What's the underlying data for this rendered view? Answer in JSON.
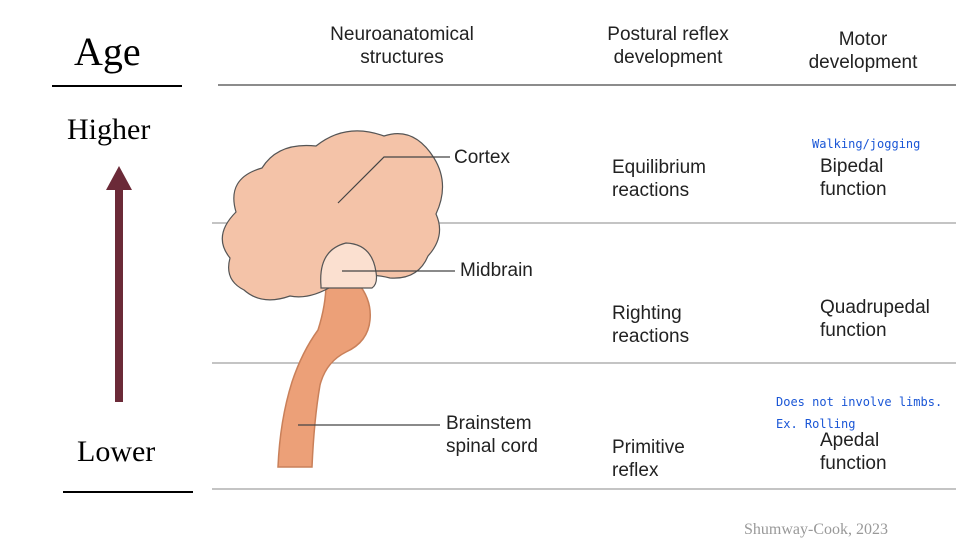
{
  "left_axis": {
    "title": "Age",
    "top_label": "Higher",
    "bottom_label": "Lower",
    "arrow_color": "#6b2a38",
    "direction": "up"
  },
  "headers": {
    "structures": "Neuroanatomical\nstructures",
    "reflex": "Postural reflex\ndevelopment",
    "motor": "Motor\ndevelopment"
  },
  "structure_labels": {
    "cortex": "Cortex",
    "midbrain": "Midbrain",
    "brainstem": "Brainstem\nspinal cord"
  },
  "reflex_levels": {
    "top": "Equilibrium\nreactions",
    "middle": "Righting\nreactions",
    "bottom": "Primitive\nreflex"
  },
  "motor_levels": {
    "top": "Bipedal\nfunction",
    "middle": "Quadrupedal\nfunction",
    "bottom": "Apedal\nfunction"
  },
  "annotations": {
    "top": "Walking/jogging",
    "bottom_line1": "Does not involve limbs.",
    "bottom_line2": "Ex. Rolling"
  },
  "citation": "Shumway-Cook, 2023",
  "colors": {
    "cortex": "#f4c3a8",
    "midbrain": "#fbe0d0",
    "brainstem": "#eca078",
    "brainstem_outline": "#c9805a",
    "note_blue": "#1a56d6"
  }
}
